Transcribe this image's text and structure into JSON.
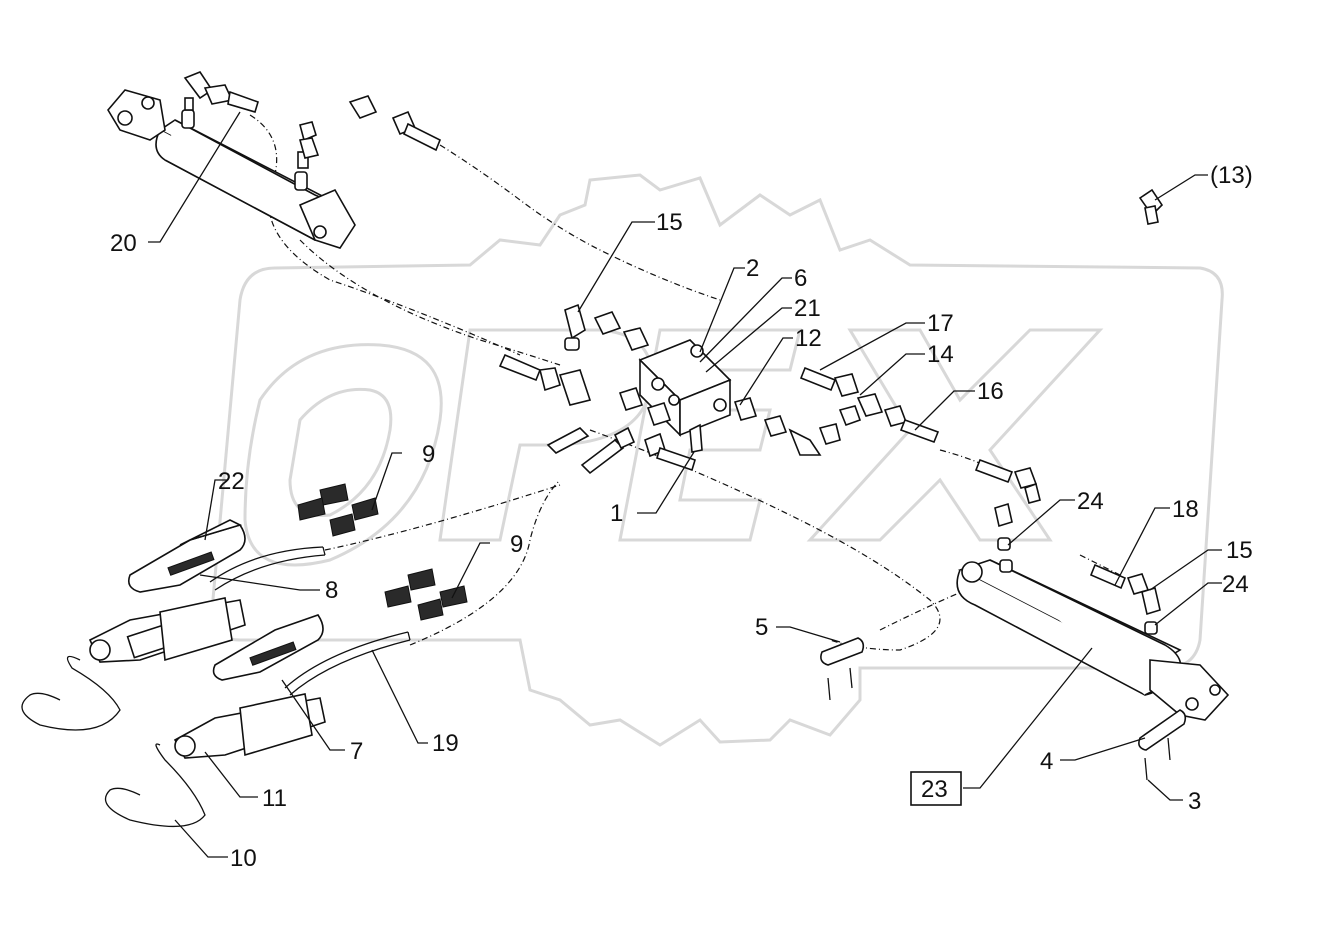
{
  "corner_mark": "",
  "labels": {
    "l1": "1",
    "l2": "2",
    "l3": "3",
    "l4": "4",
    "l5": "5",
    "l6": "6",
    "l7": "7",
    "l8": "8",
    "l9a": "9",
    "l9b": "9",
    "l10": "10",
    "l11": "11",
    "l12": "12",
    "l13": "(13)",
    "l14": "14",
    "l15a": "15",
    "l15b": "15",
    "l16": "16",
    "l17": "17",
    "l18": "18",
    "l19": "19",
    "l20": "20",
    "l21": "21",
    "l22": "22",
    "l23": "23",
    "l24a": "24",
    "l24b": "24"
  },
  "colors": {
    "line": "#111111",
    "watermark": "#d8d8d8",
    "background": "#ffffff"
  }
}
